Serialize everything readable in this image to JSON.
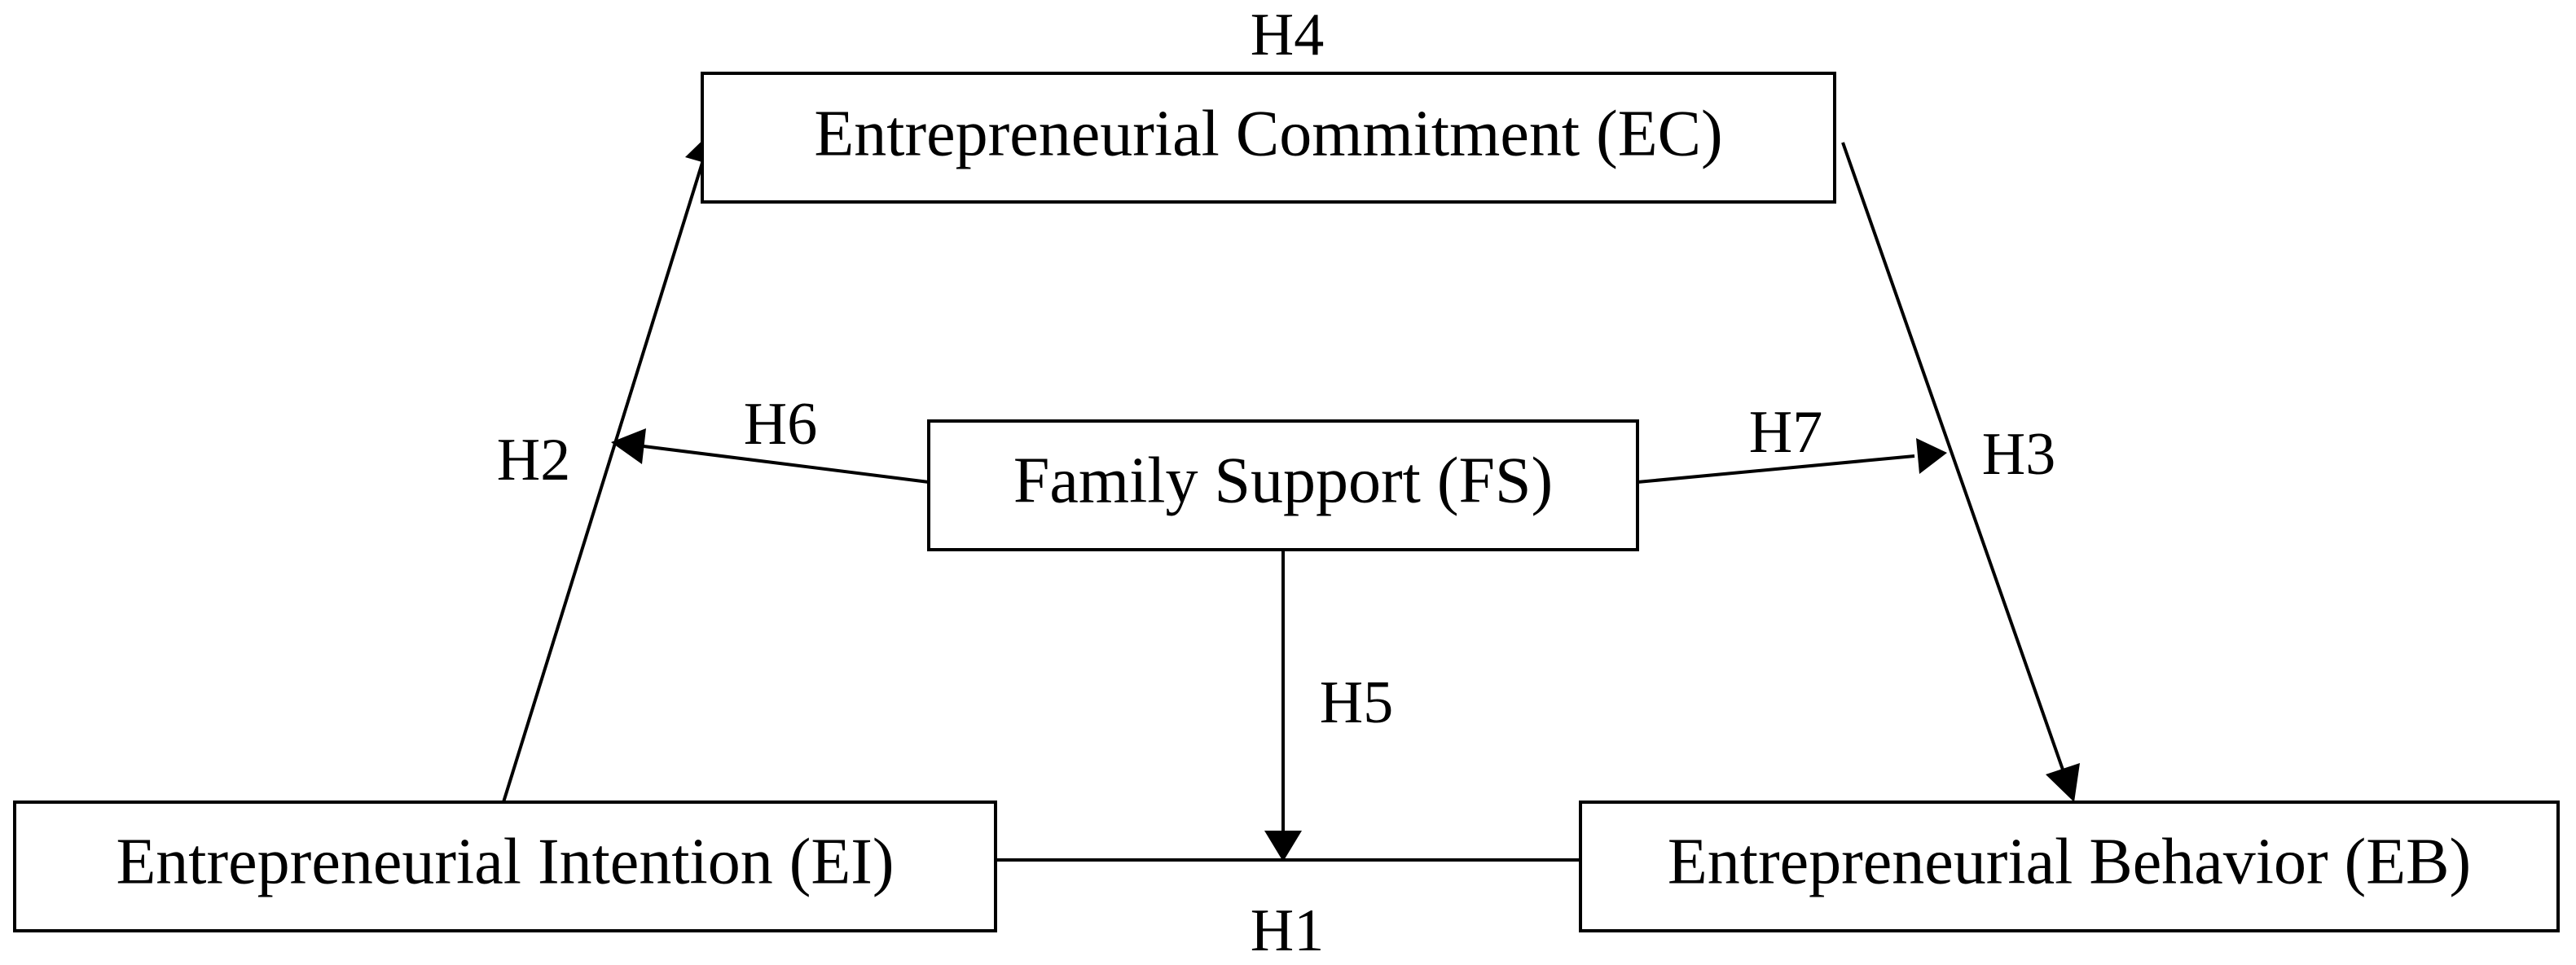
{
  "nodes": {
    "ec": {
      "label": "Entrepreneurial Commitment (EC)"
    },
    "fs": {
      "label": "Family Support (FS)"
    },
    "ei": {
      "label": "Entrepreneurial Intention (EI)"
    },
    "eb": {
      "label": "Entrepreneurial Behavior (EB)"
    }
  },
  "edges": [
    {
      "id": "h1",
      "from": "ei",
      "to": "eb",
      "label": "H1"
    },
    {
      "id": "h2",
      "from": "ei",
      "to": "ec",
      "label": "H2"
    },
    {
      "id": "h3",
      "from": "ec",
      "to": "eb",
      "label": "H3"
    },
    {
      "id": "h4",
      "label": "H4"
    },
    {
      "id": "h5",
      "from": "fs",
      "to": "h1",
      "label": "H5"
    },
    {
      "id": "h6",
      "from": "fs",
      "to": "h2",
      "label": "H6"
    },
    {
      "id": "h7",
      "from": "fs",
      "to": "h3",
      "label": "H7"
    }
  ]
}
